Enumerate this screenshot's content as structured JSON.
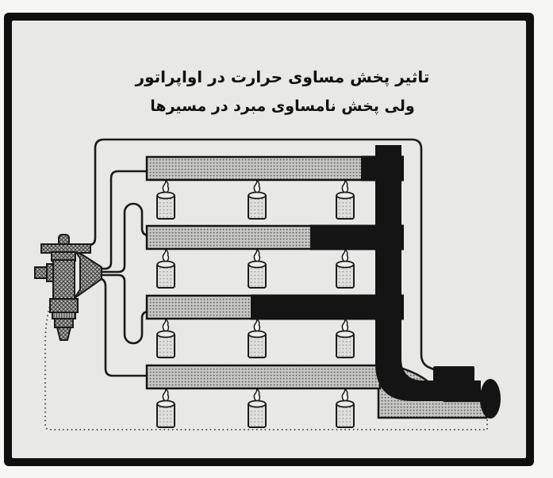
{
  "title": {
    "line1": "تاثیر پخش مساوی حرارت در اواپراتور",
    "line2": "ولی پخش نامساوی مبرد در مسیرها"
  },
  "diagram": {
    "type": "evaporator-refrigerant-distribution",
    "components": {
      "expansion_valve": "thermostatic expansion valve",
      "distributor": "refrigerant distributor cone",
      "distributor_tubes": 4,
      "evaporator_circuits": 4,
      "suction_header": "vapor header (black)",
      "suction_line": "suction pipe, vapor on top / liquid below",
      "sensing_bulb": "bulb strapped on suction line",
      "bulb_capillary": "thin line from valve head around top and right side to bulb",
      "equalizer_line": "dotted line from valve to suction line end"
    },
    "heat_sources": {
      "kind": "candle",
      "rows": 4,
      "columns": 3,
      "count": 12
    },
    "circuits": [
      {
        "index": 1,
        "liquid_fraction": 0.93
      },
      {
        "index": 2,
        "liquid_fraction": 0.71
      },
      {
        "index": 3,
        "liquid_fraction": 0.45
      },
      {
        "index": 4,
        "liquid_fraction": 1.0
      }
    ]
  },
  "colors": {
    "page": "#f6f6f4",
    "frame": "#0f0f0f",
    "background": "#e8e8e6",
    "tube_gray": "#c8c8c6",
    "candle_gray": "#dededc",
    "valve_gray": "#b4b4b2",
    "vapor_black": "#141414"
  }
}
